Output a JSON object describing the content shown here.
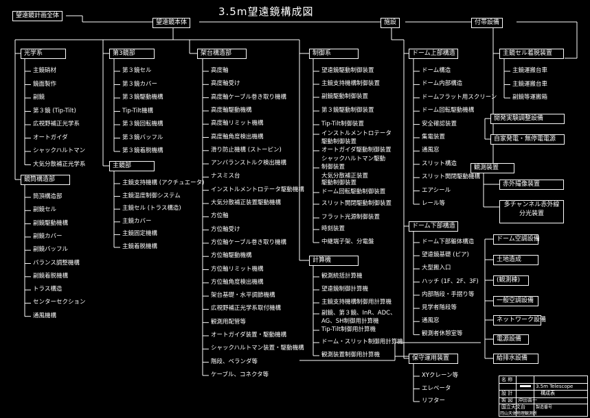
{
  "title": "3.5m望遠鏡構成図",
  "root": "望遠鏡計画全体",
  "telescope": "望遠鏡本体",
  "facility": "施設",
  "auxiliary": "付帯設備",
  "optics": {
    "label": "光学系",
    "items": [
      "主鏡硝材",
      "鏡面製作",
      "副鏡",
      "第３鏡 (Tip-Tilt)",
      "広視野補正光学系",
      "オートガイダ",
      "シャックハルトマン",
      "大気分散補正光学系"
    ]
  },
  "tube": {
    "label": "鏡筒構造部",
    "items": [
      "筒頂構造部",
      "副鏡セル",
      "副鏡駆動機構",
      "副鏡カバー",
      "副鏡バッフル",
      "バランス調整機構",
      "副鏡着脱機構",
      "トラス構造",
      "センターセクション",
      "通風機構"
    ]
  },
  "third": {
    "label": "第3鏡部",
    "items": [
      "第３鏡セル",
      "第３鏡カバー",
      "第３鏡駆動機構",
      "Tip-Tilt機構",
      "第３鏡回転機構",
      "第３鏡バッフル",
      "第３鏡着脱機構"
    ]
  },
  "primary": {
    "label": "主鏡部",
    "items": [
      "主鏡支持機構 (アクチュエータ)",
      "主鏡温度制御システム",
      "主鏡セル (トラス構造)",
      "主鏡カバー",
      "主鏡固定機構",
      "主鏡着脱機構"
    ]
  },
  "mount": {
    "label": "架台構造部",
    "items": [
      "高度軸",
      "高度軸受け",
      "高度軸ケーブル巻き取り機構",
      "高度軸駆動機構",
      "高度軸リミット機構",
      "高度軸角度検出機構",
      "滑り防止機構 (ストーピン)",
      "アンバランストルク検出機構",
      "ナスミス台",
      "インストルメントロテータ駆動機構",
      "大気分散補正装置駆動機構",
      "方位軸",
      "方位軸受け",
      "方位軸ケーブル巻き取り機構",
      "方位軸駆動機構",
      "方位軸リミット機構",
      "方位軸角度検出機構",
      "架台基礎・水平調節機構",
      "広視野補正光学系取付機構",
      "観測用配管等",
      "オートガイダ装置・駆動機構",
      "シャックハルトマン装置・駆動機構",
      "階段、ベランダ等",
      "ケーブル、コネクタ等"
    ]
  },
  "control": {
    "label": "制御系",
    "items": [
      "望遠鏡駆動制御装置",
      "主鏡支持機構制御装置",
      "副鏡駆動制御装置",
      "第３鏡駆動制御装置",
      "Tip-Tilt制御装置",
      "インストルメントロテータ",
      "駆動制御装置",
      "オートガイダ駆動制御装置",
      "シャックハルトマン駆動",
      "制御装置",
      "大気分散補正装置",
      "駆動制御装置",
      "ドーム回転駆動制御装置",
      "スリット開閉駆動制御装置",
      "フラット光源制御装置",
      "時刻装置",
      "中継端子架、分電盤"
    ]
  },
  "computer": {
    "label": "計算機",
    "items": [
      "観測統括計算機",
      "望遠鏡制御計算機",
      "主鏡支持機構制御用計算機",
      "副鏡、第３鏡、InR、ADC、",
      "AG、SH制御用計算機",
      "Tip-Tilt制御用計算機",
      "ドーム・スリット制御用計算機",
      "観測装置制御用計算機"
    ]
  },
  "domeTop": {
    "label": "ドーム上部構造",
    "items": [
      "ドーム構造",
      "ドーム内部構造",
      "ドームフラット用スクリーン",
      "ドーム回転駆動機構",
      "安全確認装置",
      "集電装置",
      "通風窓",
      "スリット構造",
      "スリット開閉駆動機構",
      "エアシール",
      "レール等"
    ]
  },
  "domeBottom": {
    "label": "ドーム下部構造",
    "items": [
      "ドーム下部軀体構造",
      "望遠鏡基礎 (ピア)",
      "大型搬入口",
      "ハッチ (1F、2F、3F)",
      "内部階段・手摺り等",
      "見学者階段等",
      "通風窓",
      "観測者休憩室等"
    ]
  },
  "maint": {
    "label": "保守運用装置",
    "items": [
      "XYクレーン等",
      "エレベータ",
      "リフター"
    ]
  },
  "mirrorAux": {
    "label": "主鏡セル着脱装置",
    "items": [
      "主鏡運搬台車",
      "主鏡運搬台車",
      "副鏡等運搬箱"
    ]
  },
  "aux2": "開発実験調整設備",
  "aux3": "自家発電・無停電電源",
  "instruments": {
    "label": "観測装置",
    "items": [
      "赤外撮像装置",
      "多チャンネル赤外線",
      "分光装置"
    ]
  },
  "rightBoxes": [
    "ドーム空調設備",
    "土地造成",
    "(観測棟)",
    "一般空調設備",
    "ネットワーク設備",
    "電源設備",
    "給排水設備"
  ],
  "titleblock": {
    "c1": "名 称",
    "c2": "",
    "r1a": "設 計",
    "r1b": "3.5m Telescope",
    "r2b": "構成表",
    "r3a": "製 図",
    "r3b": "沖田喜一",
    "r4": "国立天文台",
    "r5": "岡山天体物理観測所",
    "r5b": "製造番号"
  }
}
